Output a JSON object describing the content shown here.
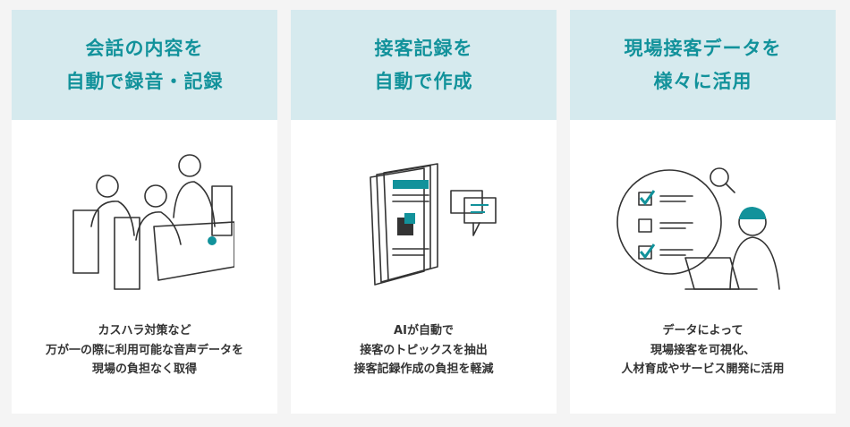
{
  "cards": [
    {
      "title": [
        "会話の内容を",
        "自動で録音・記録"
      ],
      "description": [
        "カスハラ対策など",
        "万が一の際に利用可能な音声データを",
        "現場の負担なく取得"
      ]
    },
    {
      "title": [
        "接客記録を",
        "自動で作成"
      ],
      "description": [
        "AIが自動で",
        "接客のトピックスを抽出",
        "接客記録作成の負担を軽減"
      ]
    },
    {
      "title": [
        "現場接客データを",
        "様々に活用"
      ],
      "description": [
        "データによって",
        "現場接客を可視化、",
        "人材育成やサービス開発に活用"
      ]
    }
  ],
  "colors": {
    "accent": "#12929b",
    "header_bg": "#d6eaee",
    "page_bg": "#f4f4f4"
  }
}
